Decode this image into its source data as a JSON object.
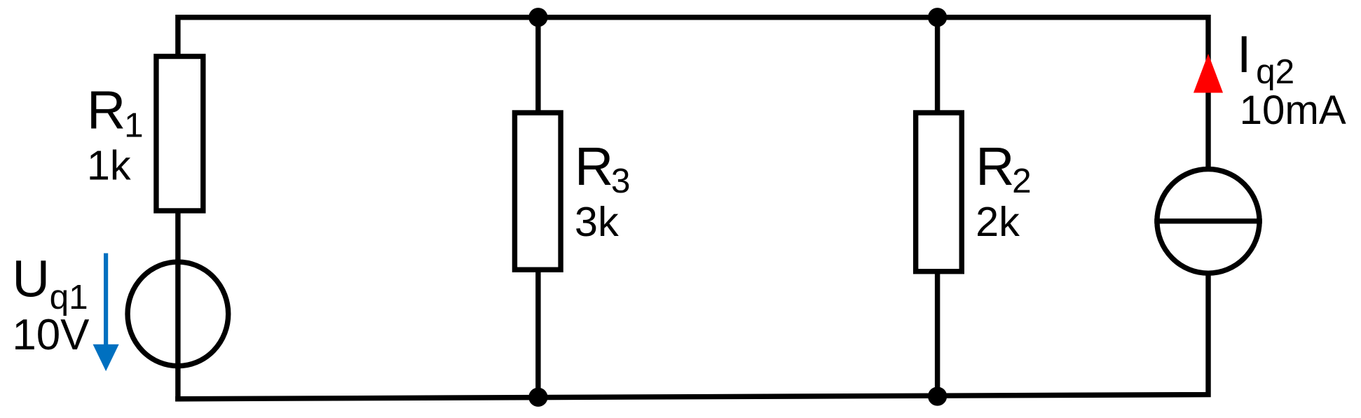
{
  "components": {
    "r1": {
      "symbol": "R",
      "subscript": "1",
      "value": "1k"
    },
    "r3": {
      "symbol": "R",
      "subscript": "3",
      "value": "3k"
    },
    "r2": {
      "symbol": "R",
      "subscript": "2",
      "value": "2k"
    },
    "uq1": {
      "symbol": "U",
      "subscript": "q1",
      "value": "10V"
    },
    "iq2": {
      "symbol": "I",
      "subscript": "q2",
      "value": "10mA"
    }
  },
  "colors": {
    "wire": "#000000",
    "voltage_arrow": "#0070C0",
    "current_arrow": "#FF0000"
  }
}
